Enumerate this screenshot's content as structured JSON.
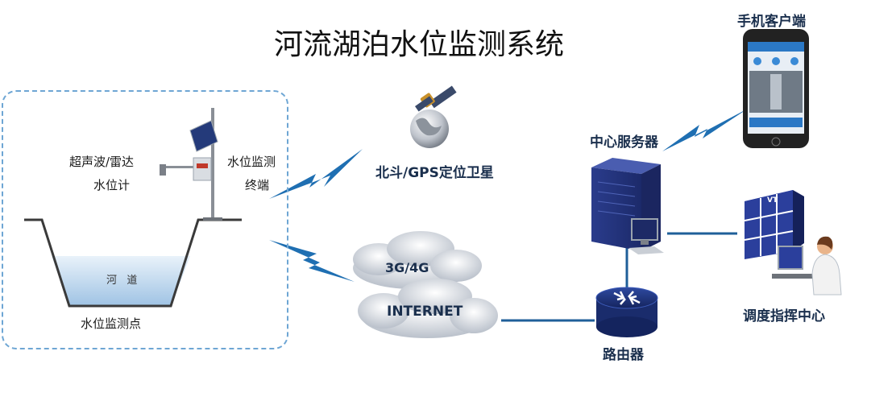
{
  "title": "河流湖泊水位监测系统",
  "site": {
    "sensor_label": "超声波/雷达",
    "sensor_label2": "水位计",
    "terminal_label": "水位监测",
    "terminal_label2": "终端",
    "river_label": "河   道",
    "point_label": "水位监测点"
  },
  "nodes": {
    "satellite": "北斗/GPS定位卫星",
    "cloud_top": "3G/4G",
    "cloud_bottom": "INTERNET",
    "router": "路由器",
    "server": "中心服务器",
    "mobile": "手机客户端",
    "dispatch": "调度指挥中心"
  },
  "screen": {
    "badge": "VT"
  },
  "colors": {
    "link": "#1f5f99",
    "box_border": "#6ea6d4",
    "water": "#a9cbe8",
    "label_dark": "#1a2f4d"
  }
}
